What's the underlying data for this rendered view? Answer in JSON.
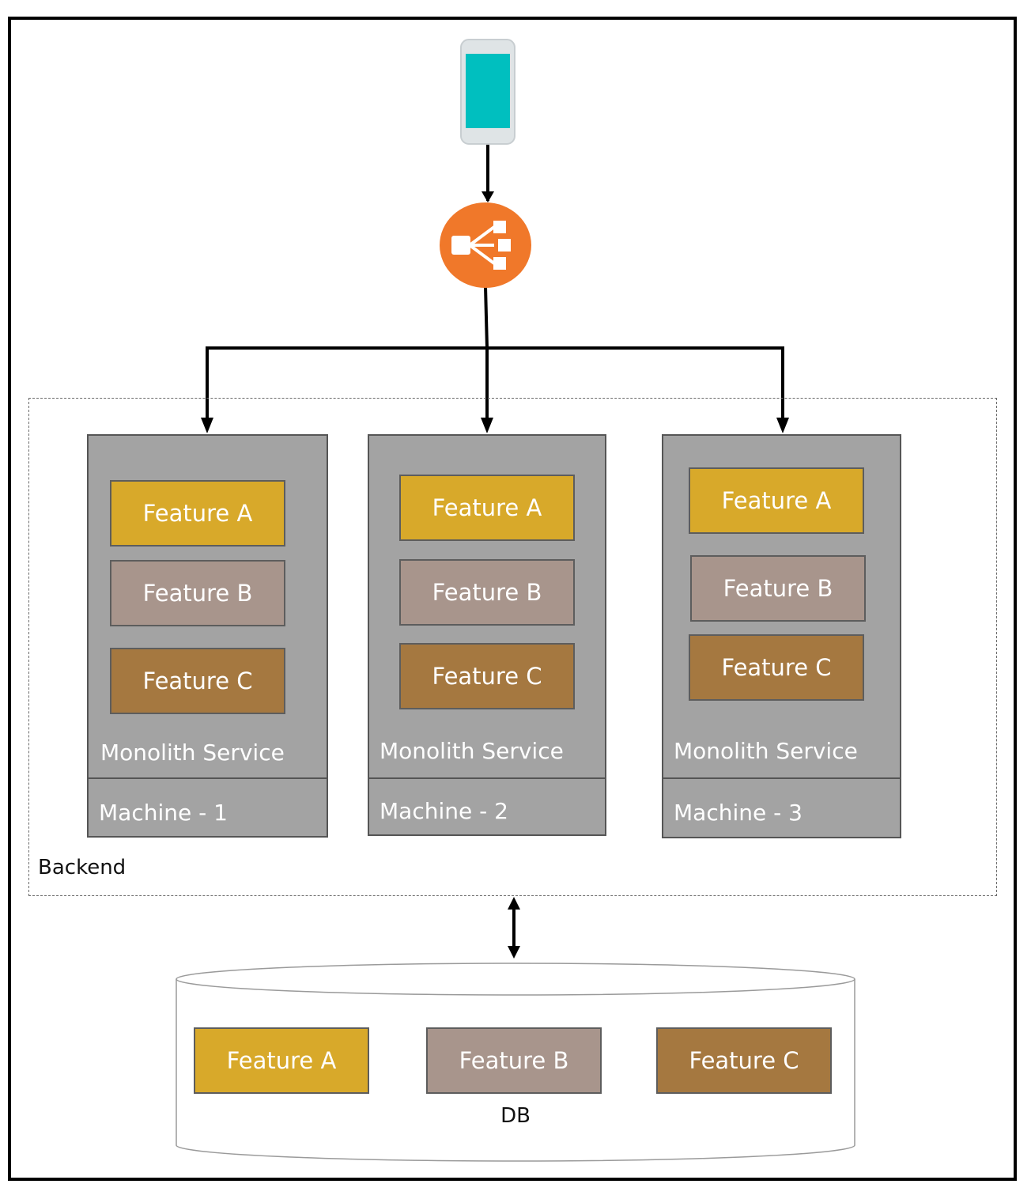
{
  "client": {
    "icon": "mobile-phone-icon"
  },
  "gateway": {
    "icon": "load-balancer-icon"
  },
  "backend": {
    "label": "Backend",
    "machines": [
      {
        "service_label": "Monolith Service",
        "machine_label": "Machine - 1",
        "features": [
          "Feature A",
          "Feature B",
          "Feature C"
        ]
      },
      {
        "service_label": "Monolith Service",
        "machine_label": "Machine - 2",
        "features": [
          "Feature A",
          "Feature B",
          "Feature C"
        ]
      },
      {
        "service_label": "Monolith Service",
        "machine_label": "Machine - 3",
        "features": [
          "Feature A",
          "Feature B",
          "Feature C"
        ]
      }
    ]
  },
  "db": {
    "label": "DB",
    "features": [
      "Feature A",
      "Feature B",
      "Feature C"
    ]
  },
  "colors": {
    "feature_a": "#d8a92a",
    "feature_b": "#a8958c",
    "feature_c": "#a57840",
    "machine": "#a3a3a3",
    "phone_screen": "#00bfbf",
    "load_balancer": "#f0782a"
  }
}
